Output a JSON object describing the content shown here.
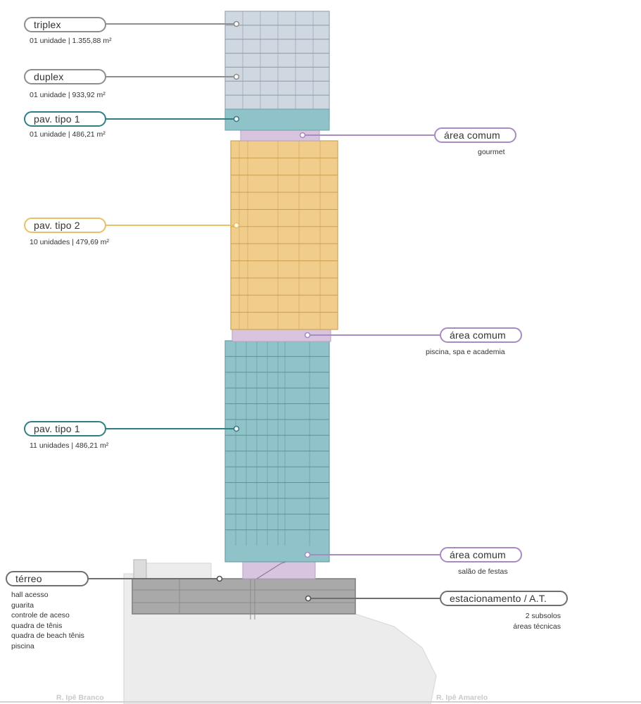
{
  "labels": {
    "triplex": {
      "title": "triplex",
      "detail": "01 unidade | 1.355,88 m²"
    },
    "duplex": {
      "title": "duplex",
      "detail": "01 unidade | 933,92 m²"
    },
    "tipo1_top": {
      "title": "pav. tipo 1",
      "detail": "01 unidade | 486,21 m²"
    },
    "tipo2": {
      "title": "pav. tipo 2",
      "detail": "10 unidades | 479,69 m²"
    },
    "tipo1_low": {
      "title": "pav. tipo 1",
      "detail": "11 unidades | 486,21 m²"
    },
    "terreo": {
      "title": "térreo",
      "items": [
        "hall acesso",
        "guarita",
        "controle de aceso",
        "quadra de tênis",
        "quadra de beach tênis",
        "piscina"
      ]
    },
    "comum_gourmet": {
      "title": "área comum",
      "detail": "gourmet"
    },
    "comum_piscina": {
      "title": "área comum",
      "detail": "piscina, spa e academia"
    },
    "comum_festas": {
      "title": "área comum",
      "detail": "salão de festas"
    },
    "estacionamento": {
      "title": "estacionamento / A.T.",
      "details": [
        "2 subsolos",
        "áreas técnicas"
      ]
    }
  },
  "streets": {
    "left": "R. Ipê Branco",
    "right": "R. Ipê Amarelo"
  },
  "colors": {
    "gray_glass": "#cfd7e0",
    "teal_glass": "#8fc3c9",
    "gold": "#f0cd8a",
    "purple": "#d9c4df",
    "concrete": "#a9a9a9",
    "ground": "#e8e8e8",
    "teal_line": "#2f7f86",
    "gold_line": "#e9bf68",
    "purple_line": "#a88bc3",
    "gray_line": "#8e8e8e"
  }
}
